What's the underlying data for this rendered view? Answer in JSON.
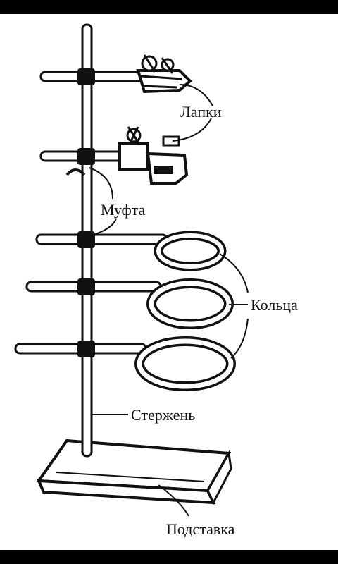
{
  "labels": {
    "clamps": "Лапки",
    "clamp_holder": "Муфта",
    "rings": "Кольца",
    "rod": "Стержень",
    "base": "Подставка"
  },
  "colors": {
    "background": "#000000",
    "paper": "#ffffff",
    "ink": "#111111"
  }
}
